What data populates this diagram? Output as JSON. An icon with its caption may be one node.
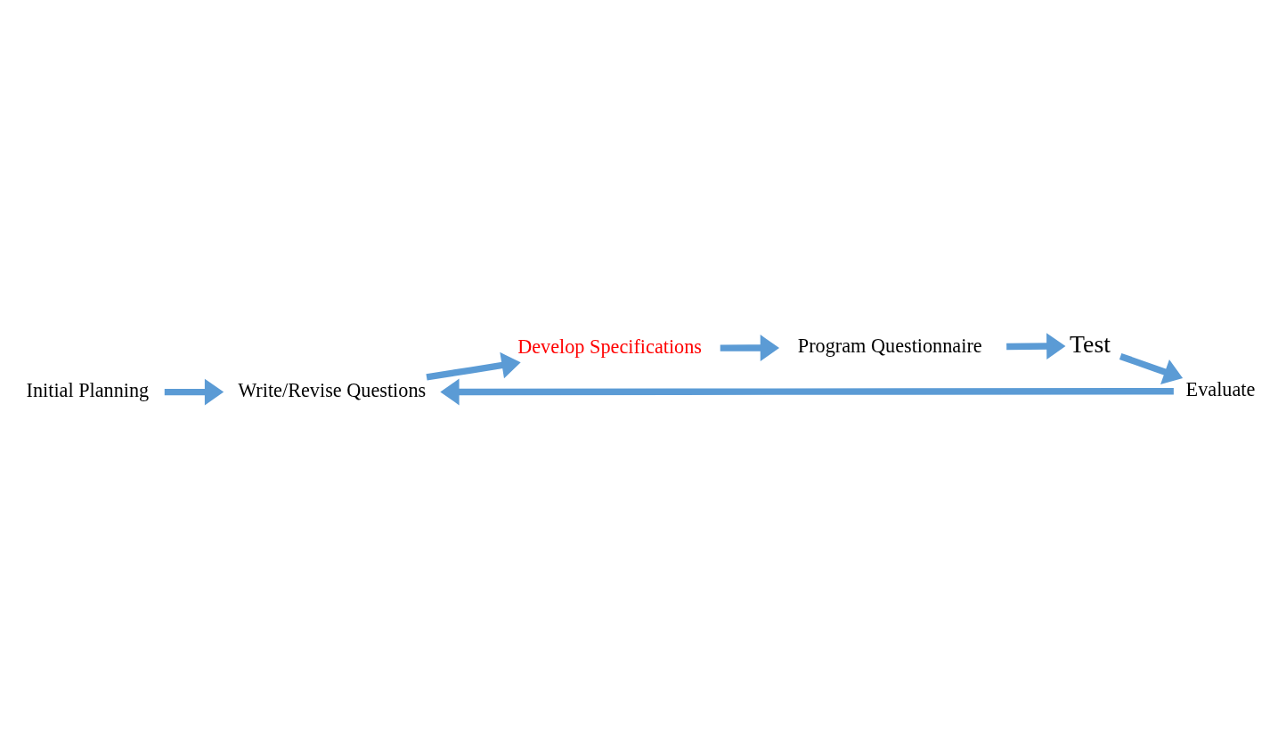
{
  "diagram": {
    "nodes": [
      {
        "text": [
          "Initial Planning"
        ]
      },
      {
        "text": [
          "Write/Revise Questions"
        ]
      },
      {
        "text": [
          "Develop Specifications"
        ]
      },
      {
        "text": [
          "Program Questionnaire"
        ]
      },
      {
        "text": [
          "Test"
        ]
      },
      {
        "text": [
          "Evaluate"
        ]
      }
    ],
    "edges": [
      {
        "from": 0,
        "to": 1,
        "arrow": "to"
      },
      {
        "from": 1,
        "to": 2,
        "arrow": "to"
      },
      {
        "from": 2,
        "to": 3,
        "arrow": "to"
      },
      {
        "from": 3,
        "to": 4,
        "arrow": "to"
      },
      {
        "from": 4,
        "to": 5,
        "arrow": "to"
      },
      {
        "from": 5,
        "to": 1,
        "arrow": "to"
      }
    ]
  }
}
